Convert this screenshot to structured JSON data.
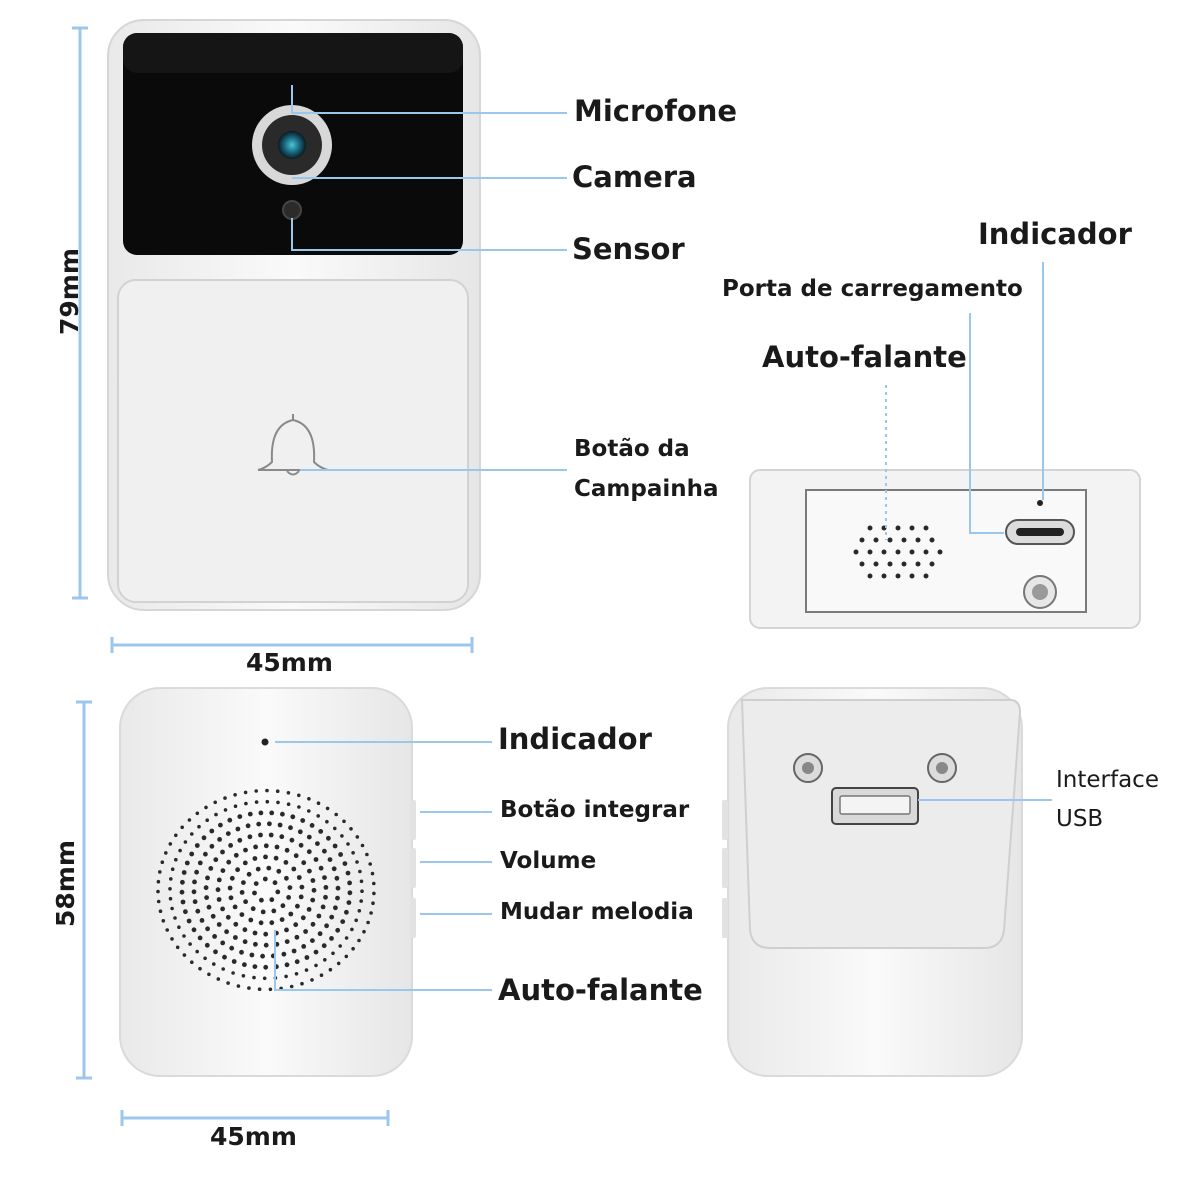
{
  "doorbell_labels": {
    "microphone": "Microfone",
    "camera": "Camera",
    "sensor": "Sensor",
    "bell_button_line1": "Botão da",
    "bell_button_line2": "Campainha"
  },
  "doorbell_dims": {
    "height": "79mm",
    "width": "45mm"
  },
  "doorbell_bottom_labels": {
    "indicator": "Indicador",
    "charging_port": "Porta de carregamento",
    "speaker": "Auto-falante"
  },
  "receiver_labels": {
    "indicator": "Indicador",
    "pair_button": "Botão integrar",
    "volume": "Volume",
    "change_melody": "Mudar melodia",
    "speaker": "Auto-falante"
  },
  "receiver_dims": {
    "height": "58mm",
    "width": "45mm"
  },
  "receiver_back_labels": {
    "usb_line1": "Interface",
    "usb_line2": "USB"
  },
  "colors": {
    "leader_line": "#9cc7ec",
    "device_body": "#f4f4f4",
    "camera_panel": "#0a0a0a"
  }
}
